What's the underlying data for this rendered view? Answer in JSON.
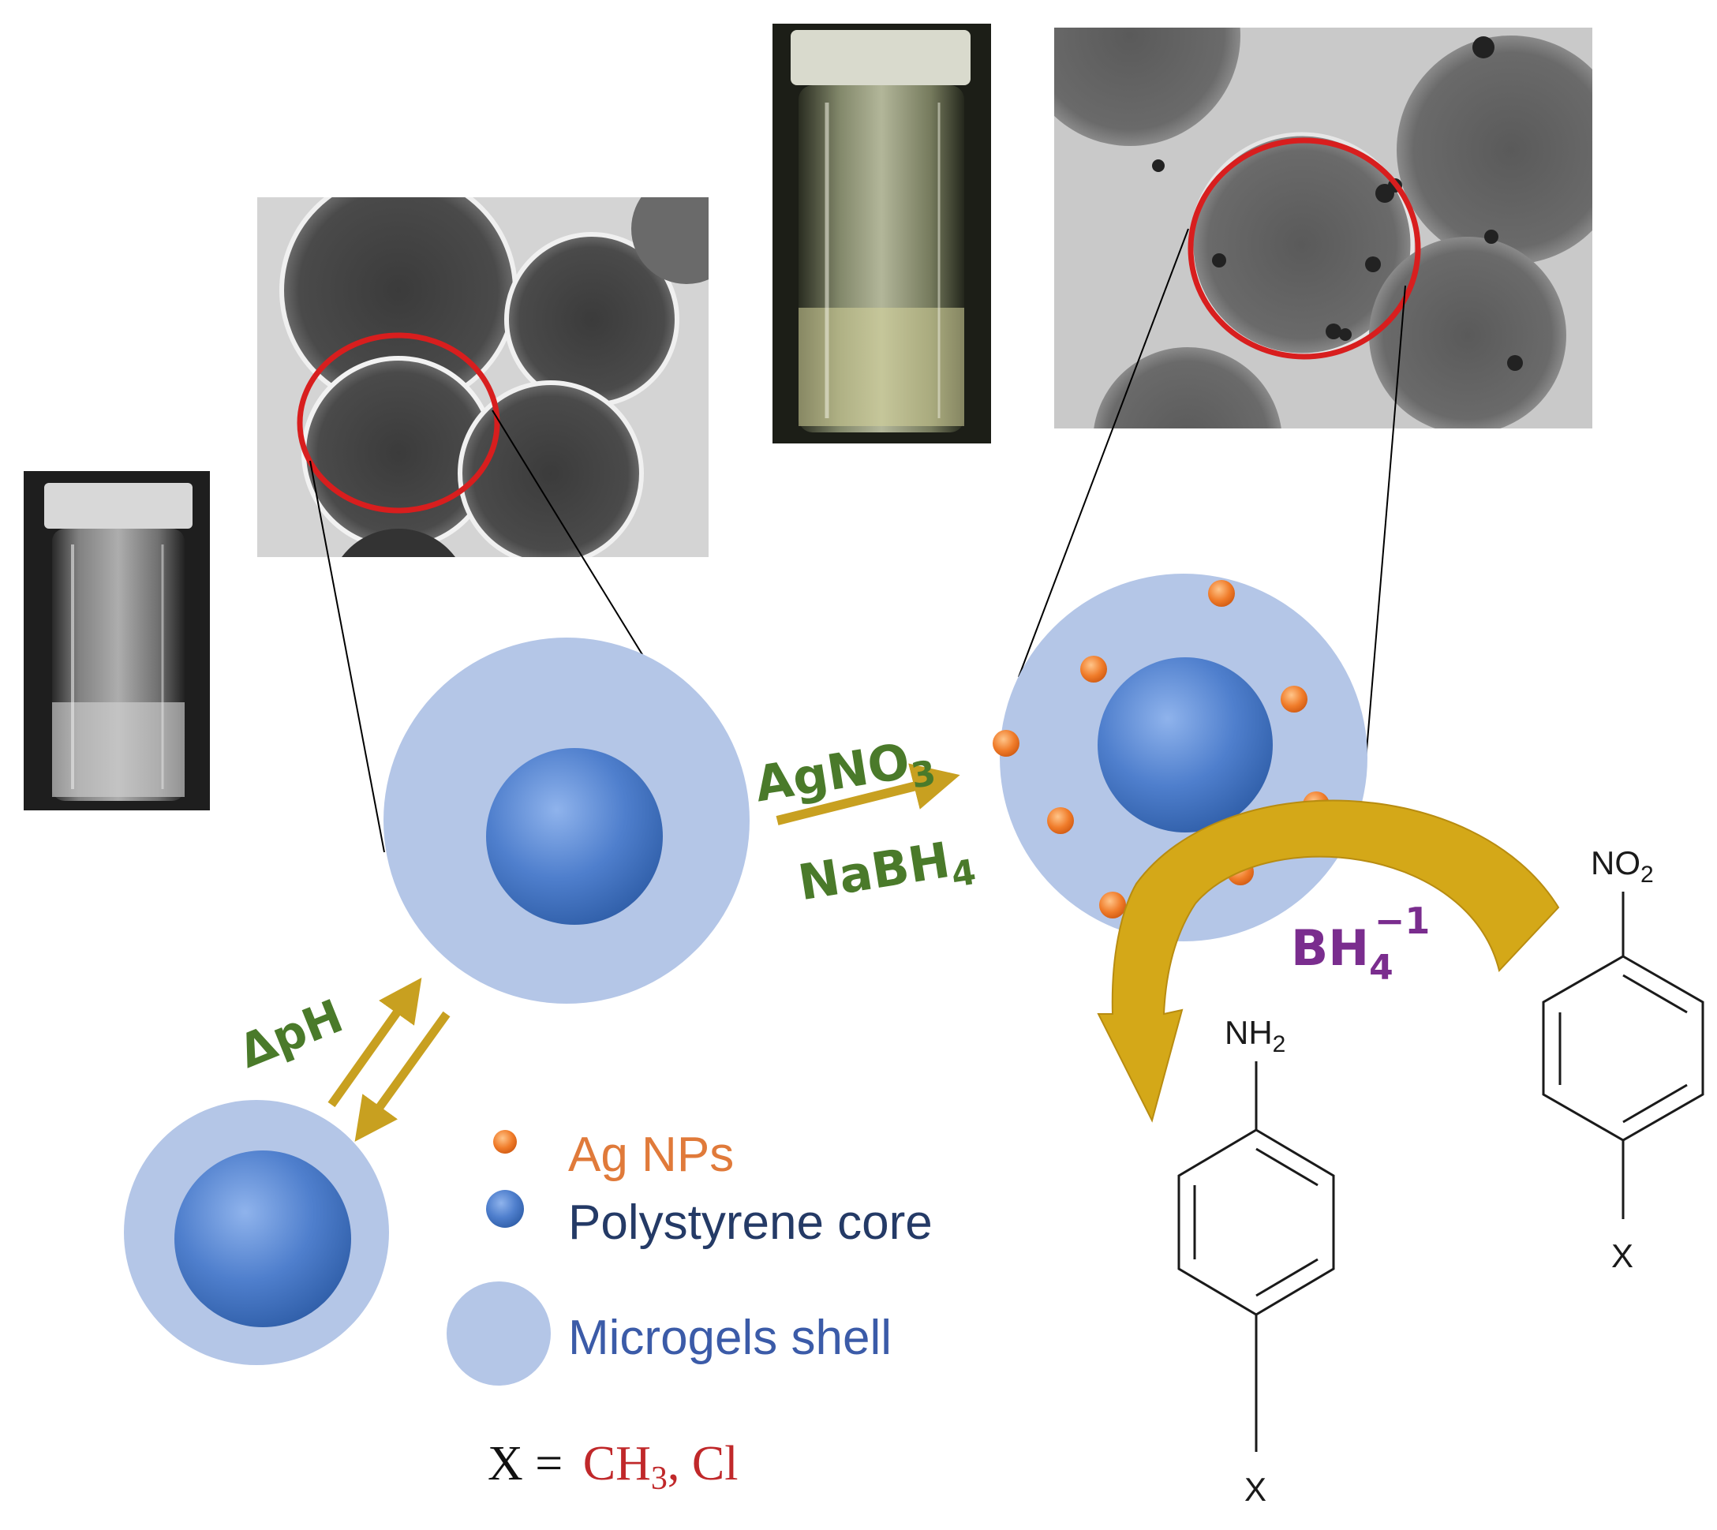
{
  "reagents": {
    "agno3_main": "AgNO",
    "agno3_sub": "3",
    "nabh4_main": "NaBH",
    "nabh4_sub": "4",
    "delta_ph": "ΔpH",
    "bh4_main": "BH",
    "bh4_sub": "4",
    "bh4_sup": "−1"
  },
  "legend": {
    "ag_nps": "Ag NPs",
    "core": "Polystyrene core",
    "shell": "Microgels shell"
  },
  "substituent": {
    "x_equals": "X =",
    "values": "CH",
    "values_sub": "3",
    "values_tail": ", Cl"
  },
  "molecules": {
    "nitro_main": "NO",
    "nitro_sub": "2",
    "amine_main": "NH",
    "amine_sub": "2",
    "x_label": "X"
  },
  "colors": {
    "shell": "#b4c6e7",
    "core": "#4a7cc9",
    "ag": "#f07c2a",
    "arrow": "#c8a020",
    "green": "#4a7a2a",
    "purple": "#7a2d8e",
    "red_circle": "#d81e1e"
  }
}
